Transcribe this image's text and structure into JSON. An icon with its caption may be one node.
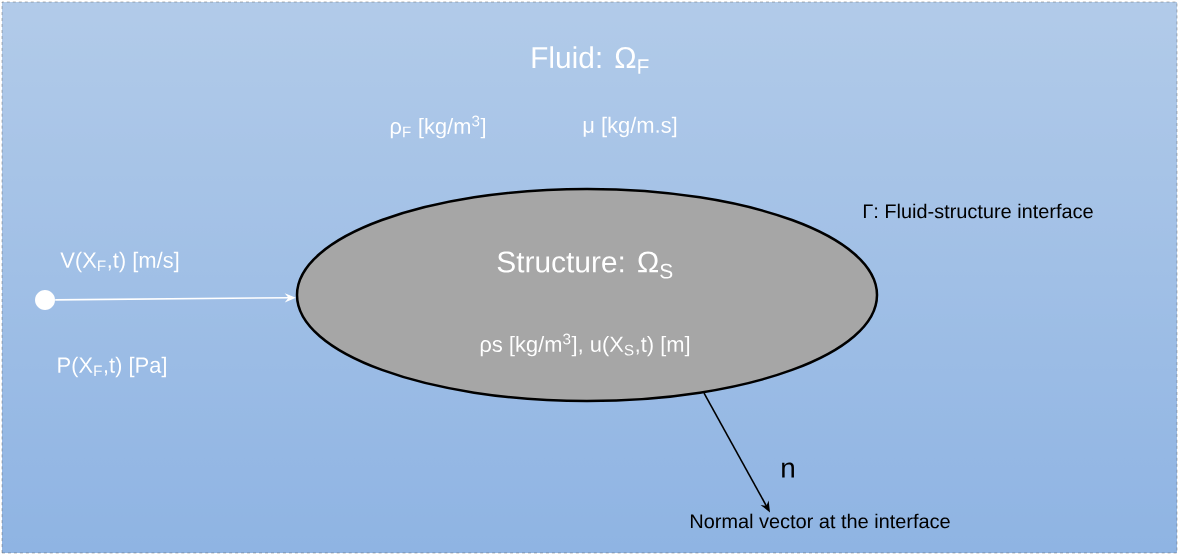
{
  "diagram": {
    "nodes": [
      {
        "text": [
          "Fluid: Ω$_{F}$",
          "ρ$_{F}$ [kg/m$^{3}$]",
          "μ [kg/m.s]"
        ]
      },
      {
        "text": [
          "Structure: Ω$_{S}$",
          "ρs [kg/m$^{3}$], u(X$_{S}$,t) [m]"
        ],
        "in": 0
      },
      {
        "text": [],
        "shape": "circle",
        "in": 0,
        "beside": [
          "V(X$_{F}$,t) [m/s]",
          "P(X$_{F}$,t) [Pa]"
        ]
      },
      {
        "text": [
          "Normal vector at the interface"
        ],
        "in": 0
      }
    ],
    "edges": [
      {
        "from": 2,
        "to": 1,
        "arrow": "to",
        "color": "#ffffff"
      },
      {
        "from": 1,
        "to": 3,
        "arrow": "to",
        "label": "n",
        "color": "#000000"
      }
    ],
    "labels": [
      "Γ: Fluid-structure interface"
    ]
  }
}
